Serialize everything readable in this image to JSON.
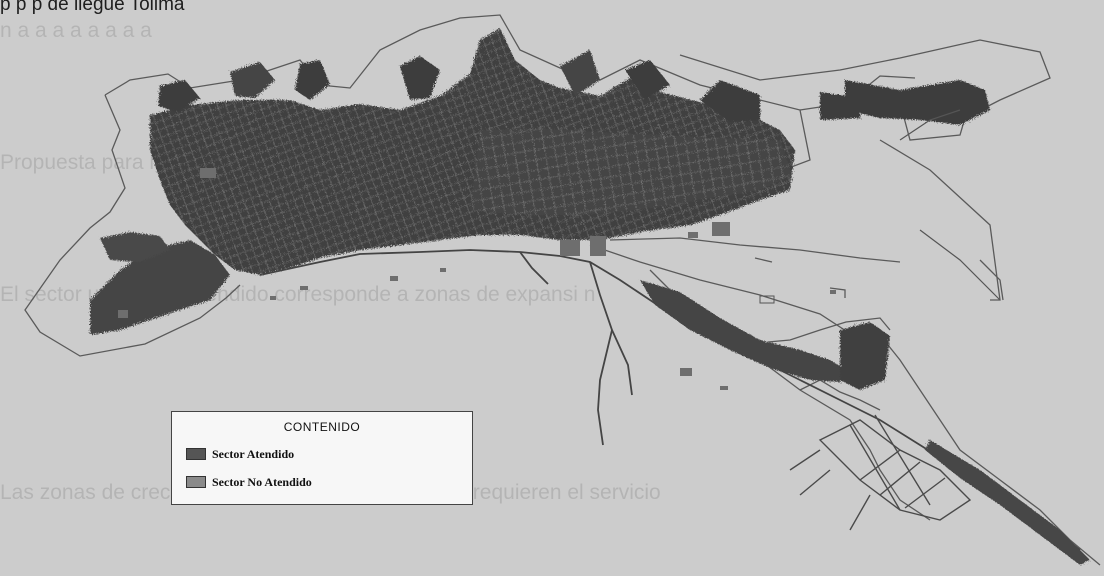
{
  "page": {
    "top_text": "p                                    p                                       p  de  liegue    Tolima",
    "background_text": [
      "n                 a   a                 a    a          a  a       a     a       ",
      "",
      "                                                         ",
      "  ",
      "  Propuesta  para  la  ampliaci  n  de  la  cobertura  del  servicio  de  acueducto",
      "  ",
      "  ",
      "  ",
      "  El  sector  urbano  no  atendido  corresponde  a  zonas  de  expansi  n",
      "  ",
      "  ",
      "  ",
      "  ",
      "  ",
      "  Las  zonas  de  crecimiento  espont  neo  de  la  ciudad  requieren  el  servicio",
      "  ",
      "  "
    ]
  },
  "legend": {
    "title": "CONTENIDO",
    "items": [
      {
        "label": "Sector Atendido",
        "color": "#555555"
      },
      {
        "label": "Sector No Atendido",
        "color": "#8a8a8a"
      }
    ]
  },
  "map": {
    "served_color": "#3c3c3c",
    "unserved_color": "#7a7a7a",
    "outline_color": "#555555"
  }
}
